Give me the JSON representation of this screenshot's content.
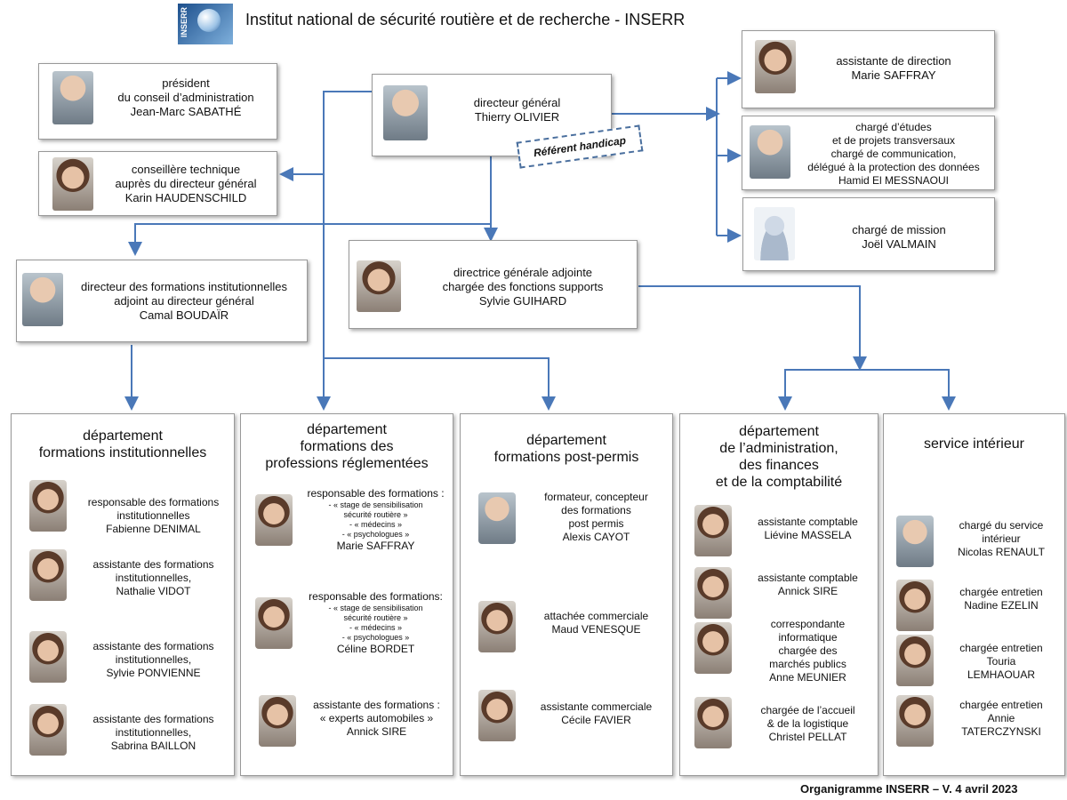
{
  "header": {
    "logo_text": "INSERR",
    "title": "Institut national de sécurité routière et de recherche - INSERR"
  },
  "president": {
    "lines": [
      "président",
      "du conseil d’administration",
      "Jean-Marc SABATHÉ"
    ]
  },
  "conseillere": {
    "lines": [
      "conseillère technique",
      "auprès du directeur général",
      "Karin HAUDENSCHILD"
    ]
  },
  "dg": {
    "lines": [
      "directeur général",
      "Thierry OLIVIER"
    ]
  },
  "referent": "Référent handicap",
  "assistante_direction": {
    "lines": [
      "assistante de direction",
      "Marie SAFFRAY"
    ]
  },
  "charge_etudes": {
    "lines": [
      "chargé d’études",
      "et de projets transversaux",
      "chargé de communication,",
      "délégué à la protection des données",
      "Hamid El MESSNAOUI"
    ]
  },
  "charge_mission": {
    "lines": [
      "chargé de mission",
      "Joël VALMAIN"
    ]
  },
  "dfi_adjoint": {
    "lines": [
      "directeur des formations institutionnelles",
      "adjoint au directeur général",
      "Camal  BOUDAÏR"
    ]
  },
  "dga": {
    "lines": [
      "directrice générale adjointe",
      "chargée des fonctions supports",
      "Sylvie GUIHARD"
    ]
  },
  "departments": [
    {
      "title": [
        "département",
        "formations institutionnelles"
      ],
      "members": [
        {
          "lines": [
            "responsable des formations",
            "institutionnelles",
            "Fabienne DENIMAL"
          ]
        },
        {
          "lines": [
            "assistante des formations",
            "institutionnelles,",
            "Nathalie VIDOT"
          ]
        },
        {
          "lines": [
            "assistante des formations",
            "institutionnelles,",
            "Sylvie PONVIENNE"
          ]
        },
        {
          "lines": [
            "assistante des formations",
            "institutionnelles,",
            "Sabrina BAILLON"
          ]
        }
      ]
    },
    {
      "title": [
        "département",
        "formations des",
        "professions réglementées"
      ],
      "members": [
        {
          "lines": [
            "responsable des formations :"
          ],
          "sub": [
            "- « stage de sensibilisation",
            "sécurité routière »",
            "- « médecins »",
            "- « psychologues »"
          ],
          "name": "Marie SAFFRAY"
        },
        {
          "lines": [
            "responsable des formations:"
          ],
          "sub": [
            "- « stage de sensibilisation",
            "sécurité routière »",
            "- « médecins »",
            "- « psychologues »"
          ],
          "name": "Céline BORDET"
        },
        {
          "lines": [
            "assistante des formations :",
            "« experts automobiles »",
            "Annick SIRE"
          ]
        }
      ]
    },
    {
      "title": [
        "département",
        "formations post-permis"
      ],
      "members": [
        {
          "lines": [
            "formateur, concepteur",
            "des formations",
            "post permis",
            "Alexis CAYOT"
          ]
        },
        {
          "lines": [
            "attachée commerciale",
            "Maud VENESQUE"
          ]
        },
        {
          "lines": [
            "assistante commerciale",
            "Cécile FAVIER"
          ]
        }
      ]
    },
    {
      "title": [
        "département",
        "de l’administration,",
        "des finances",
        "et de la comptabilité"
      ],
      "members": [
        {
          "lines": [
            "assistante comptable",
            "Liévine MASSELA"
          ]
        },
        {
          "lines": [
            "assistante comptable",
            "Annick SIRE"
          ]
        },
        {
          "lines": [
            "correspondante",
            "informatique",
            "chargée des",
            "marchés publics",
            "Anne MEUNIER"
          ]
        },
        {
          "lines": [
            "chargée de l’accueil",
            "& de la logistique",
            "Christel PELLAT"
          ]
        }
      ]
    },
    {
      "title": [
        "service intérieur"
      ],
      "members": [
        {
          "lines": [
            "chargé du service",
            "intérieur",
            "Nicolas RENAULT"
          ]
        },
        {
          "lines": [
            "chargée entretien",
            "Nadine EZELIN"
          ]
        },
        {
          "lines": [
            "chargée entretien",
            "Touria",
            "LEMHAOUAR"
          ]
        },
        {
          "lines": [
            "chargée entretien",
            "Annie",
            "TATERCZYNSKI"
          ]
        }
      ]
    }
  ],
  "footer": "Organigramme INSERR – V. 4 avril 2023",
  "colors": {
    "connector": "#4a78b8",
    "border": "#999999",
    "referent_border": "#4a6f9e"
  }
}
